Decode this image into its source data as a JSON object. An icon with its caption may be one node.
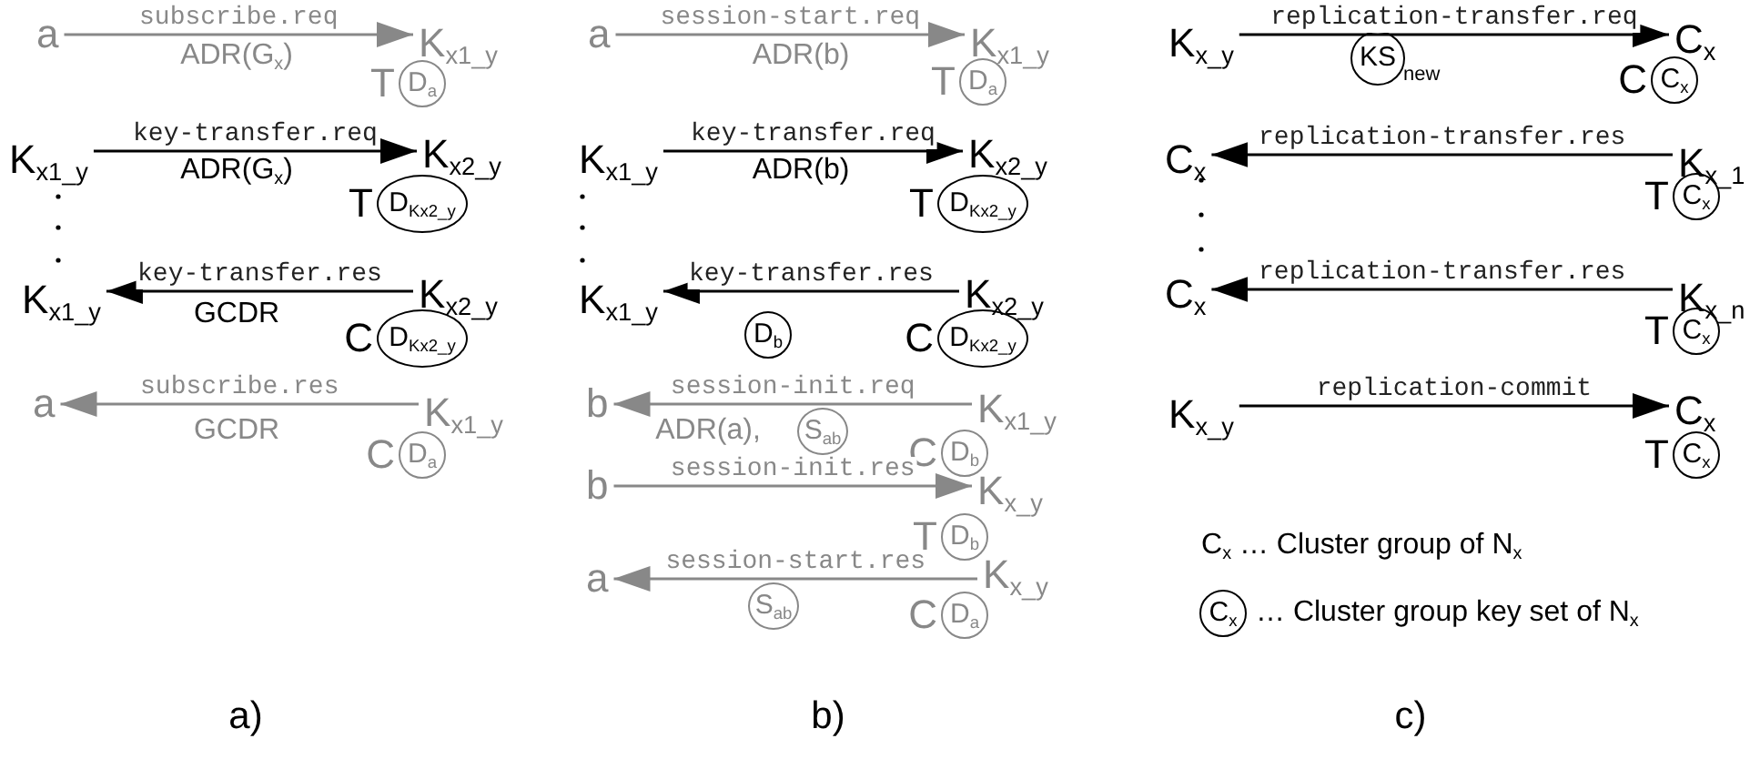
{
  "diagram": {
    "nodes": [
      {
        "text": [
          "a"
        ]
      },
      {
        "text": [
          "K$_{x1_y}$"
        ]
      },
      {
        "text": [
          "D$_{a}$"
        ],
        "beside": [
          "T"
        ]
      },
      {
        "text": [
          "K$_{x1_y}$"
        ]
      },
      {
        "text": [
          "K$_{x2_y}$"
        ]
      },
      {
        "text": [
          "D$_{Kx2_y}$"
        ],
        "beside": [
          "T"
        ]
      },
      {
        "text": [
          "K$_{x1_y}$"
        ]
      },
      {
        "text": [
          "K$_{x2_y}$"
        ]
      },
      {
        "text": [
          "D$_{Kx2_y}$"
        ],
        "beside": [
          "C"
        ]
      },
      {
        "text": [
          "a"
        ]
      },
      {
        "text": [
          "K$_{x1_y}$"
        ]
      },
      {
        "text": [
          "D$_{a}$"
        ],
        "beside": [
          "C"
        ]
      },
      {
        "text": [
          "a"
        ]
      },
      {
        "text": [
          "K$_{x1_y}$"
        ]
      },
      {
        "text": [
          "D$_{a}$"
        ],
        "beside": [
          "T"
        ]
      },
      {
        "text": [
          "K$_{x1_y}$"
        ]
      },
      {
        "text": [
          "K$_{x2_y}$"
        ]
      },
      {
        "text": [
          "D$_{Kx2_y}$"
        ],
        "beside": [
          "T"
        ]
      },
      {
        "text": [
          "K$_{x1_y}$"
        ]
      },
      {
        "text": [
          "K$_{x2_y}$"
        ]
      },
      {
        "text": [
          "D$_{b}$"
        ]
      },
      {
        "text": [
          "D$_{Kx2_y}$"
        ],
        "beside": [
          "C"
        ]
      },
      {
        "text": [
          "b"
        ]
      },
      {
        "text": [
          "K$_{x1_y}$"
        ]
      },
      {
        "text": [
          "S$_{ab}$"
        ]
      },
      {
        "text": [
          "D$_{b}$"
        ],
        "beside": [
          "C"
        ]
      },
      {
        "text": [
          "b"
        ]
      },
      {
        "text": [
          "K$_{x_y}$"
        ]
      },
      {
        "text": [
          "D$_{b}$"
        ],
        "beside": [
          "T"
        ]
      },
      {
        "text": [
          "a"
        ]
      },
      {
        "text": [
          "K$_{x_y}$"
        ]
      },
      {
        "text": [
          "S$_{ab}$"
        ]
      },
      {
        "text": [
          "D$_{a}$"
        ],
        "beside": [
          "C"
        ]
      },
      {
        "text": [
          "K$_{x_y}$"
        ]
      },
      {
        "text": [
          "C$_{x}$"
        ]
      },
      {
        "text": [
          "KS"
        ],
        "beside": [
          "new"
        ]
      },
      {
        "text": [
          "C$_{x}$"
        ],
        "beside": [
          "C"
        ]
      },
      {
        "text": [
          "C$_{x}$"
        ]
      },
      {
        "text": [
          "K$_{x_1}$"
        ]
      },
      {
        "text": [
          "C$_{x}$"
        ],
        "beside": [
          "T"
        ]
      },
      {
        "text": [
          "C$_{x}$"
        ]
      },
      {
        "text": [
          "K$_{x_n}$"
        ]
      },
      {
        "text": [
          "C$_{x}$"
        ],
        "beside": [
          "T"
        ]
      },
      {
        "text": [
          "K$_{x_y}$"
        ]
      },
      {
        "text": [
          "C$_{x}$"
        ]
      },
      {
        "text": [
          "C$_{x}$"
        ],
        "beside": [
          "T"
        ]
      },
      {
        "text": [
          "C$_{x}$"
        ]
      }
    ],
    "edges": [
      {
        "from": 0,
        "to": 1,
        "arrow": "to",
        "label": "subscribe.req",
        "color": "#888888"
      },
      {
        "from": 3,
        "to": 4,
        "arrow": "to",
        "label": "key-transfer.req"
      },
      {
        "from": 7,
        "to": 6,
        "arrow": "to",
        "label": "key-transfer.res"
      },
      {
        "from": 10,
        "to": 9,
        "arrow": "to",
        "label": "subscribe.res",
        "color": "#888888"
      },
      {
        "from": 12,
        "to": 13,
        "arrow": "to",
        "label": "session-start.req",
        "color": "#888888"
      },
      {
        "from": 15,
        "to": 16,
        "arrow": "to",
        "label": "key-transfer.req"
      },
      {
        "from": 19,
        "to": 18,
        "arrow": "to",
        "label": "key-transfer.res"
      },
      {
        "from": 23,
        "to": 22,
        "arrow": "to",
        "label": "session-init.req",
        "color": "#888888"
      },
      {
        "from": 26,
        "to": 27,
        "arrow": "to",
        "label": "session-init.res",
        "color": "#888888"
      },
      {
        "from": 30,
        "to": 29,
        "arrow": "to",
        "label": "session-start.res",
        "color": "#888888"
      },
      {
        "from": 33,
        "to": 34,
        "arrow": "to",
        "label": "replication-transfer.req"
      },
      {
        "from": 38,
        "to": 37,
        "arrow": "to",
        "label": "replication-transfer.res"
      },
      {
        "from": 41,
        "to": 40,
        "arrow": "to",
        "label": "replication-transfer.res"
      },
      {
        "from": 43,
        "to": 44,
        "arrow": "to",
        "label": "replication-commit"
      }
    ],
    "labels": [
      "ADR(G$_{x}$)",
      "ADR(G$_{x}$)",
      "GCDR",
      "GCDR",
      "ADR(b)",
      "ADR(b)",
      "ADR(a),",
      "C$_{x}$ … Cluster group of N$_{x}$",
      "… Cluster group key set of N$_{x}$",
      "a)",
      "b)",
      "c)"
    ]
  }
}
